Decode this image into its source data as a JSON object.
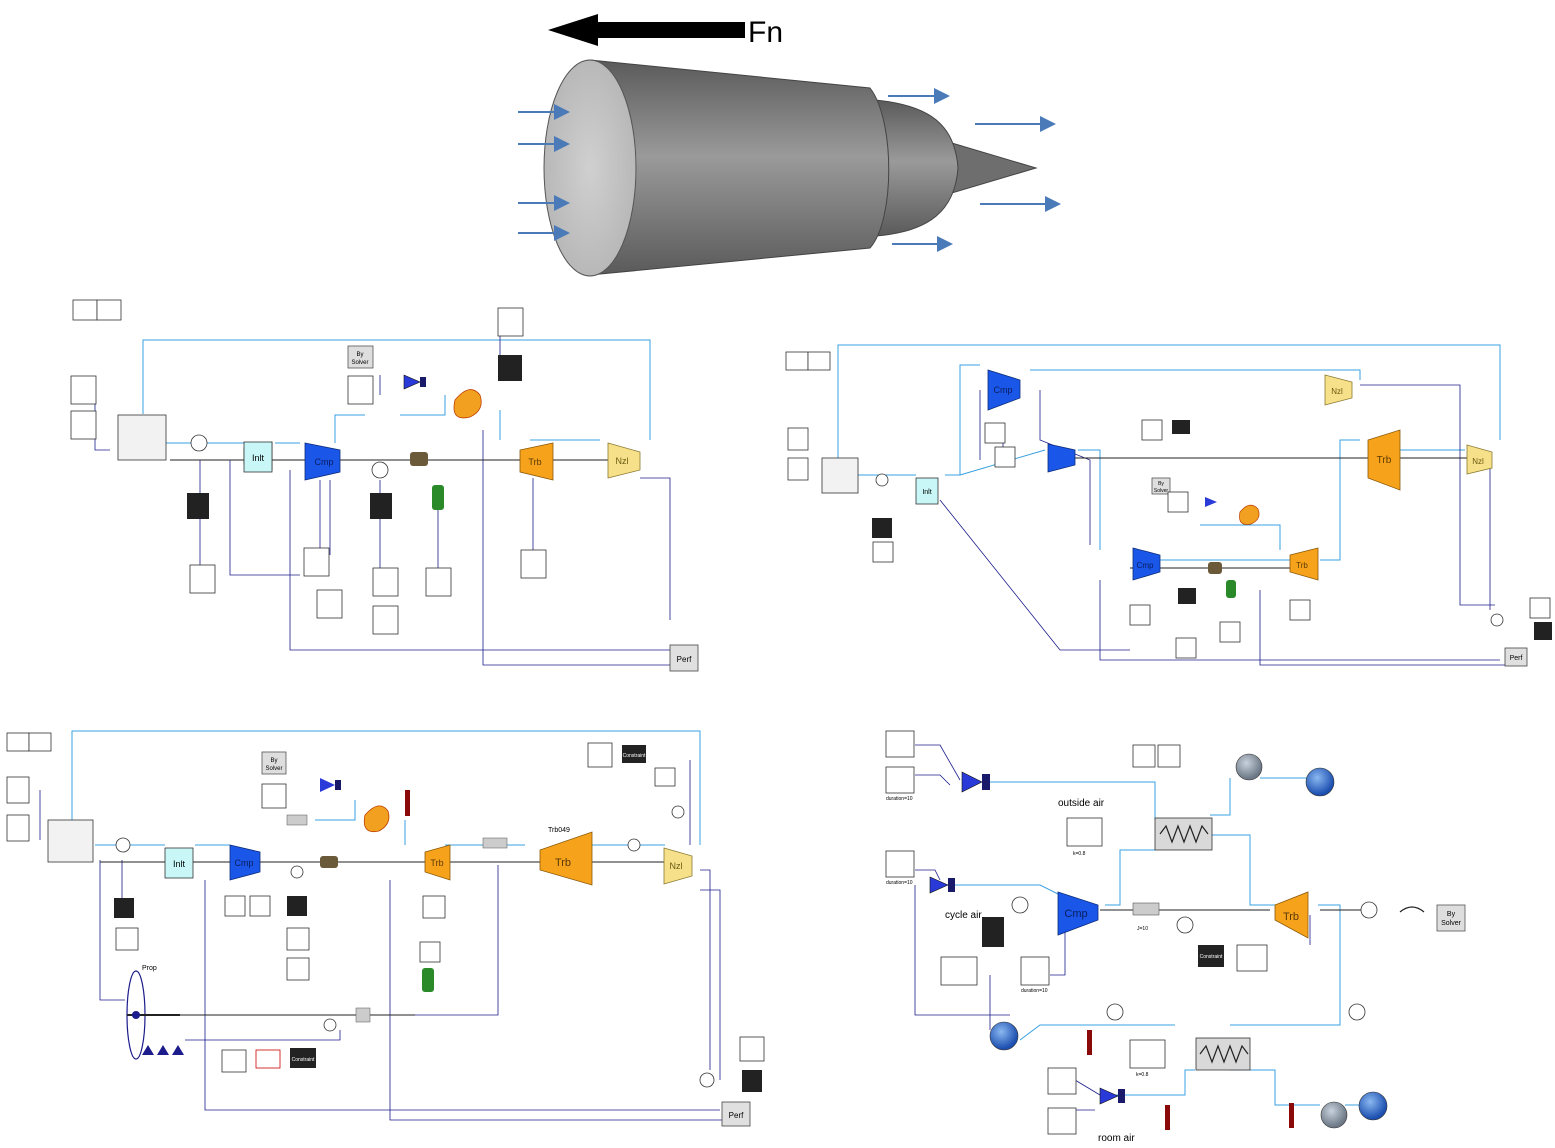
{
  "engine": {
    "thrust_label": "Fn"
  },
  "labels": {
    "inlet": "Inlt",
    "compressor": "Cmp",
    "turbine": "Trb",
    "nozzle": "Nzl",
    "perf": "Perf",
    "by_solver_1": "By",
    "by_solver_2": "Solver",
    "trb049": "Trb049",
    "prop": "Prop",
    "constraint": "Constraint",
    "outside_air": "outside air",
    "cycle_air": "cycle air",
    "room_air": "room air",
    "duration10": "duration=10",
    "k08": "k=0.8",
    "inertia_j": "J=10"
  },
  "colors": {
    "inlet_fill": "#c9f7f7",
    "compressor_fill": "#1a56e8",
    "turbine_fill": "#f7a21b",
    "nozzle_fill": "#f7e08a",
    "connector_line": "#3aa0e0",
    "signal_line": "#1c1c8c",
    "engine_body": "#7b7b7b"
  }
}
